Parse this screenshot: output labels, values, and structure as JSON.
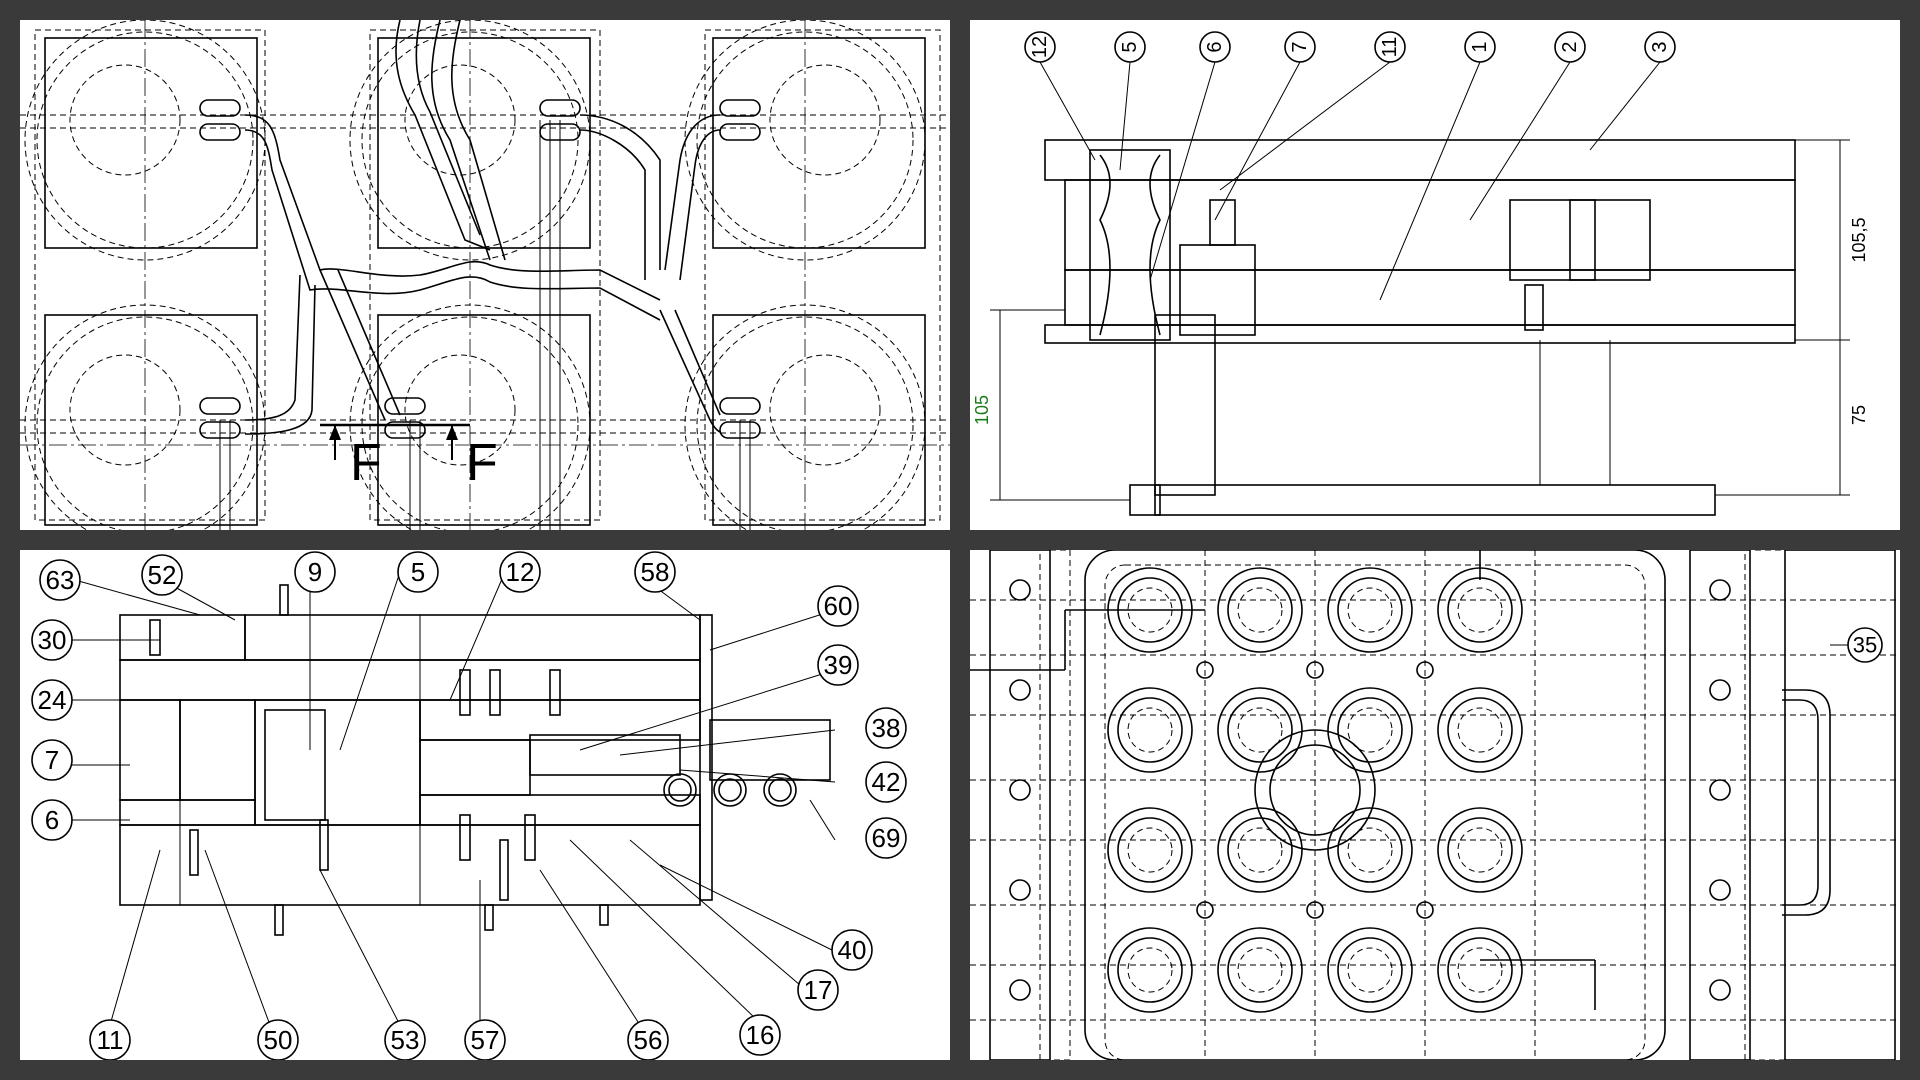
{
  "panel_top_left": {
    "section_marks": [
      "F",
      "F"
    ]
  },
  "panel_top_right": {
    "callouts": [
      "12",
      "5",
      "6",
      "7",
      "11",
      "1",
      "2",
      "3"
    ],
    "dimensions": {
      "right_top": "105,5",
      "right_bottom": "75",
      "left": "105"
    }
  },
  "panel_bottom_left": {
    "callouts_top": [
      "63",
      "52",
      "9",
      "5",
      "12",
      "58"
    ],
    "callouts_left": [
      "30",
      "24",
      "7",
      "6"
    ],
    "callouts_right": [
      "60",
      "39",
      "38",
      "42",
      "69",
      "40",
      "17",
      "16"
    ],
    "callouts_bottom": [
      "11",
      "50",
      "53",
      "57",
      "56"
    ]
  },
  "panel_bottom_right": {
    "callouts": [
      "35"
    ]
  },
  "colors": {
    "background": "#3a3a3a",
    "panel": "#ffffff",
    "line": "#000000",
    "dimension_green": "#1a7a1a"
  }
}
